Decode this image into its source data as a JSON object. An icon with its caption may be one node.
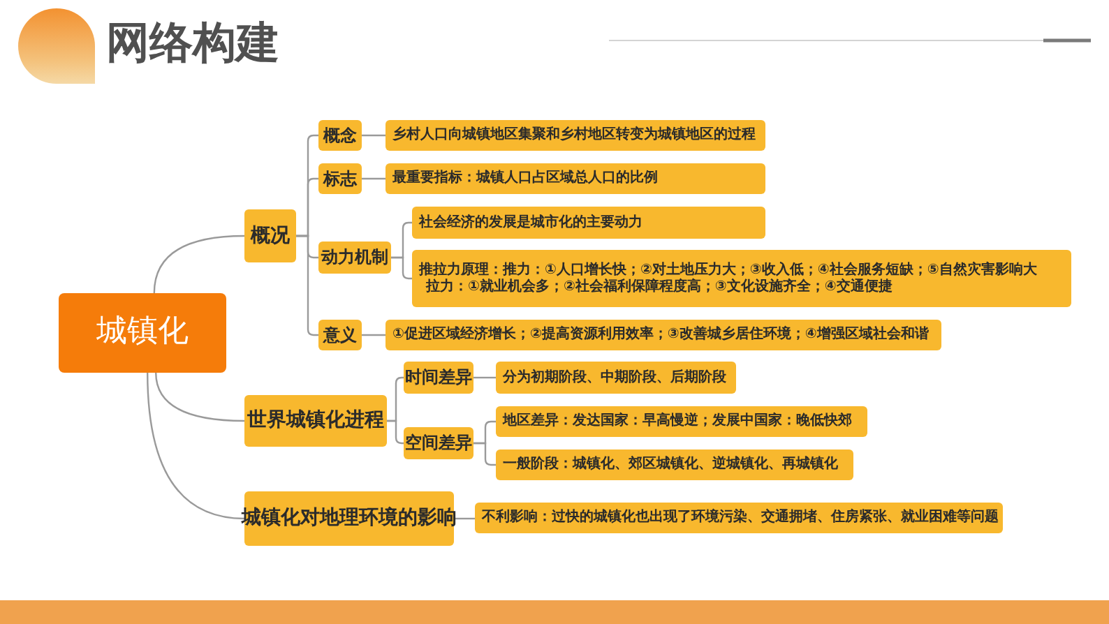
{
  "diagram": {
    "title": "网络构建",
    "nodes": [
      {
        "text": [
          "城镇化"
        ]
      },
      {
        "text": [
          "概况"
        ]
      },
      {
        "text": [
          "概念"
        ]
      },
      {
        "text": [
          "乡村人口向城镇地区集聚和乡村地区转变为城镇地区的过程"
        ]
      },
      {
        "text": [
          "标志"
        ]
      },
      {
        "text": [
          "最重要指标：城镇人口占区域总人口的比例"
        ]
      },
      {
        "text": [
          "动力机制"
        ]
      },
      {
        "text": [
          "社会经济的发展是城市化的主要动力"
        ]
      },
      {
        "text": [
          "推拉力原理：推力：①人口增长快；②对土地压力大；③收入低；④社会服务短缺；⑤自然灾害影响大",
          "拉力：①就业机会多；②社会福利保障程度高；③文化设施齐全；④交通便捷"
        ]
      },
      {
        "text": [
          "意义"
        ]
      },
      {
        "text": [
          "①促进区域经济增长；②提高资源利用效率；③改善城乡居住环境；④增强区域社会和谐"
        ]
      },
      {
        "text": [
          "世界城镇化进程"
        ]
      },
      {
        "text": [
          "时间差异"
        ]
      },
      {
        "text": [
          "分为初期阶段、中期阶段、后期阶段"
        ]
      },
      {
        "text": [
          "空间差异"
        ]
      },
      {
        "text": [
          "地区差异：发达国家：早高慢逆；发展中国家：晚低快郊"
        ]
      },
      {
        "text": [
          "一般阶段：城镇化、郊区城镇化、逆城镇化、再城镇化"
        ]
      },
      {
        "text": [
          "城镇化对地理环境的影响"
        ]
      },
      {
        "text": [
          "不利影响：过快的城镇化也出现了环境污染、交通拥堵、住房紧张、就业困难等问题"
        ]
      }
    ],
    "edges": [
      {
        "from": 0,
        "to": 1,
        "arrow": "none"
      },
      {
        "from": 1,
        "to": 2,
        "arrow": "none"
      },
      {
        "from": 2,
        "to": 3,
        "arrow": "none"
      },
      {
        "from": 1,
        "to": 4,
        "arrow": "none"
      },
      {
        "from": 4,
        "to": 5,
        "arrow": "none"
      },
      {
        "from": 1,
        "to": 6,
        "arrow": "none"
      },
      {
        "from": 6,
        "to": 7,
        "arrow": "none"
      },
      {
        "from": 6,
        "to": 8,
        "arrow": "none"
      },
      {
        "from": 1,
        "to": 9,
        "arrow": "none"
      },
      {
        "from": 9,
        "to": 10,
        "arrow": "none"
      },
      {
        "from": 0,
        "to": 11,
        "arrow": "none"
      },
      {
        "from": 11,
        "to": 12,
        "arrow": "none"
      },
      {
        "from": 12,
        "to": 13,
        "arrow": "none"
      },
      {
        "from": 11,
        "to": 14,
        "arrow": "none"
      },
      {
        "from": 14,
        "to": 15,
        "arrow": "none"
      },
      {
        "from": 14,
        "to": 16,
        "arrow": "none"
      },
      {
        "from": 0,
        "to": 17,
        "arrow": "none"
      },
      {
        "from": 17,
        "to": 18,
        "arrow": "none"
      }
    ]
  }
}
